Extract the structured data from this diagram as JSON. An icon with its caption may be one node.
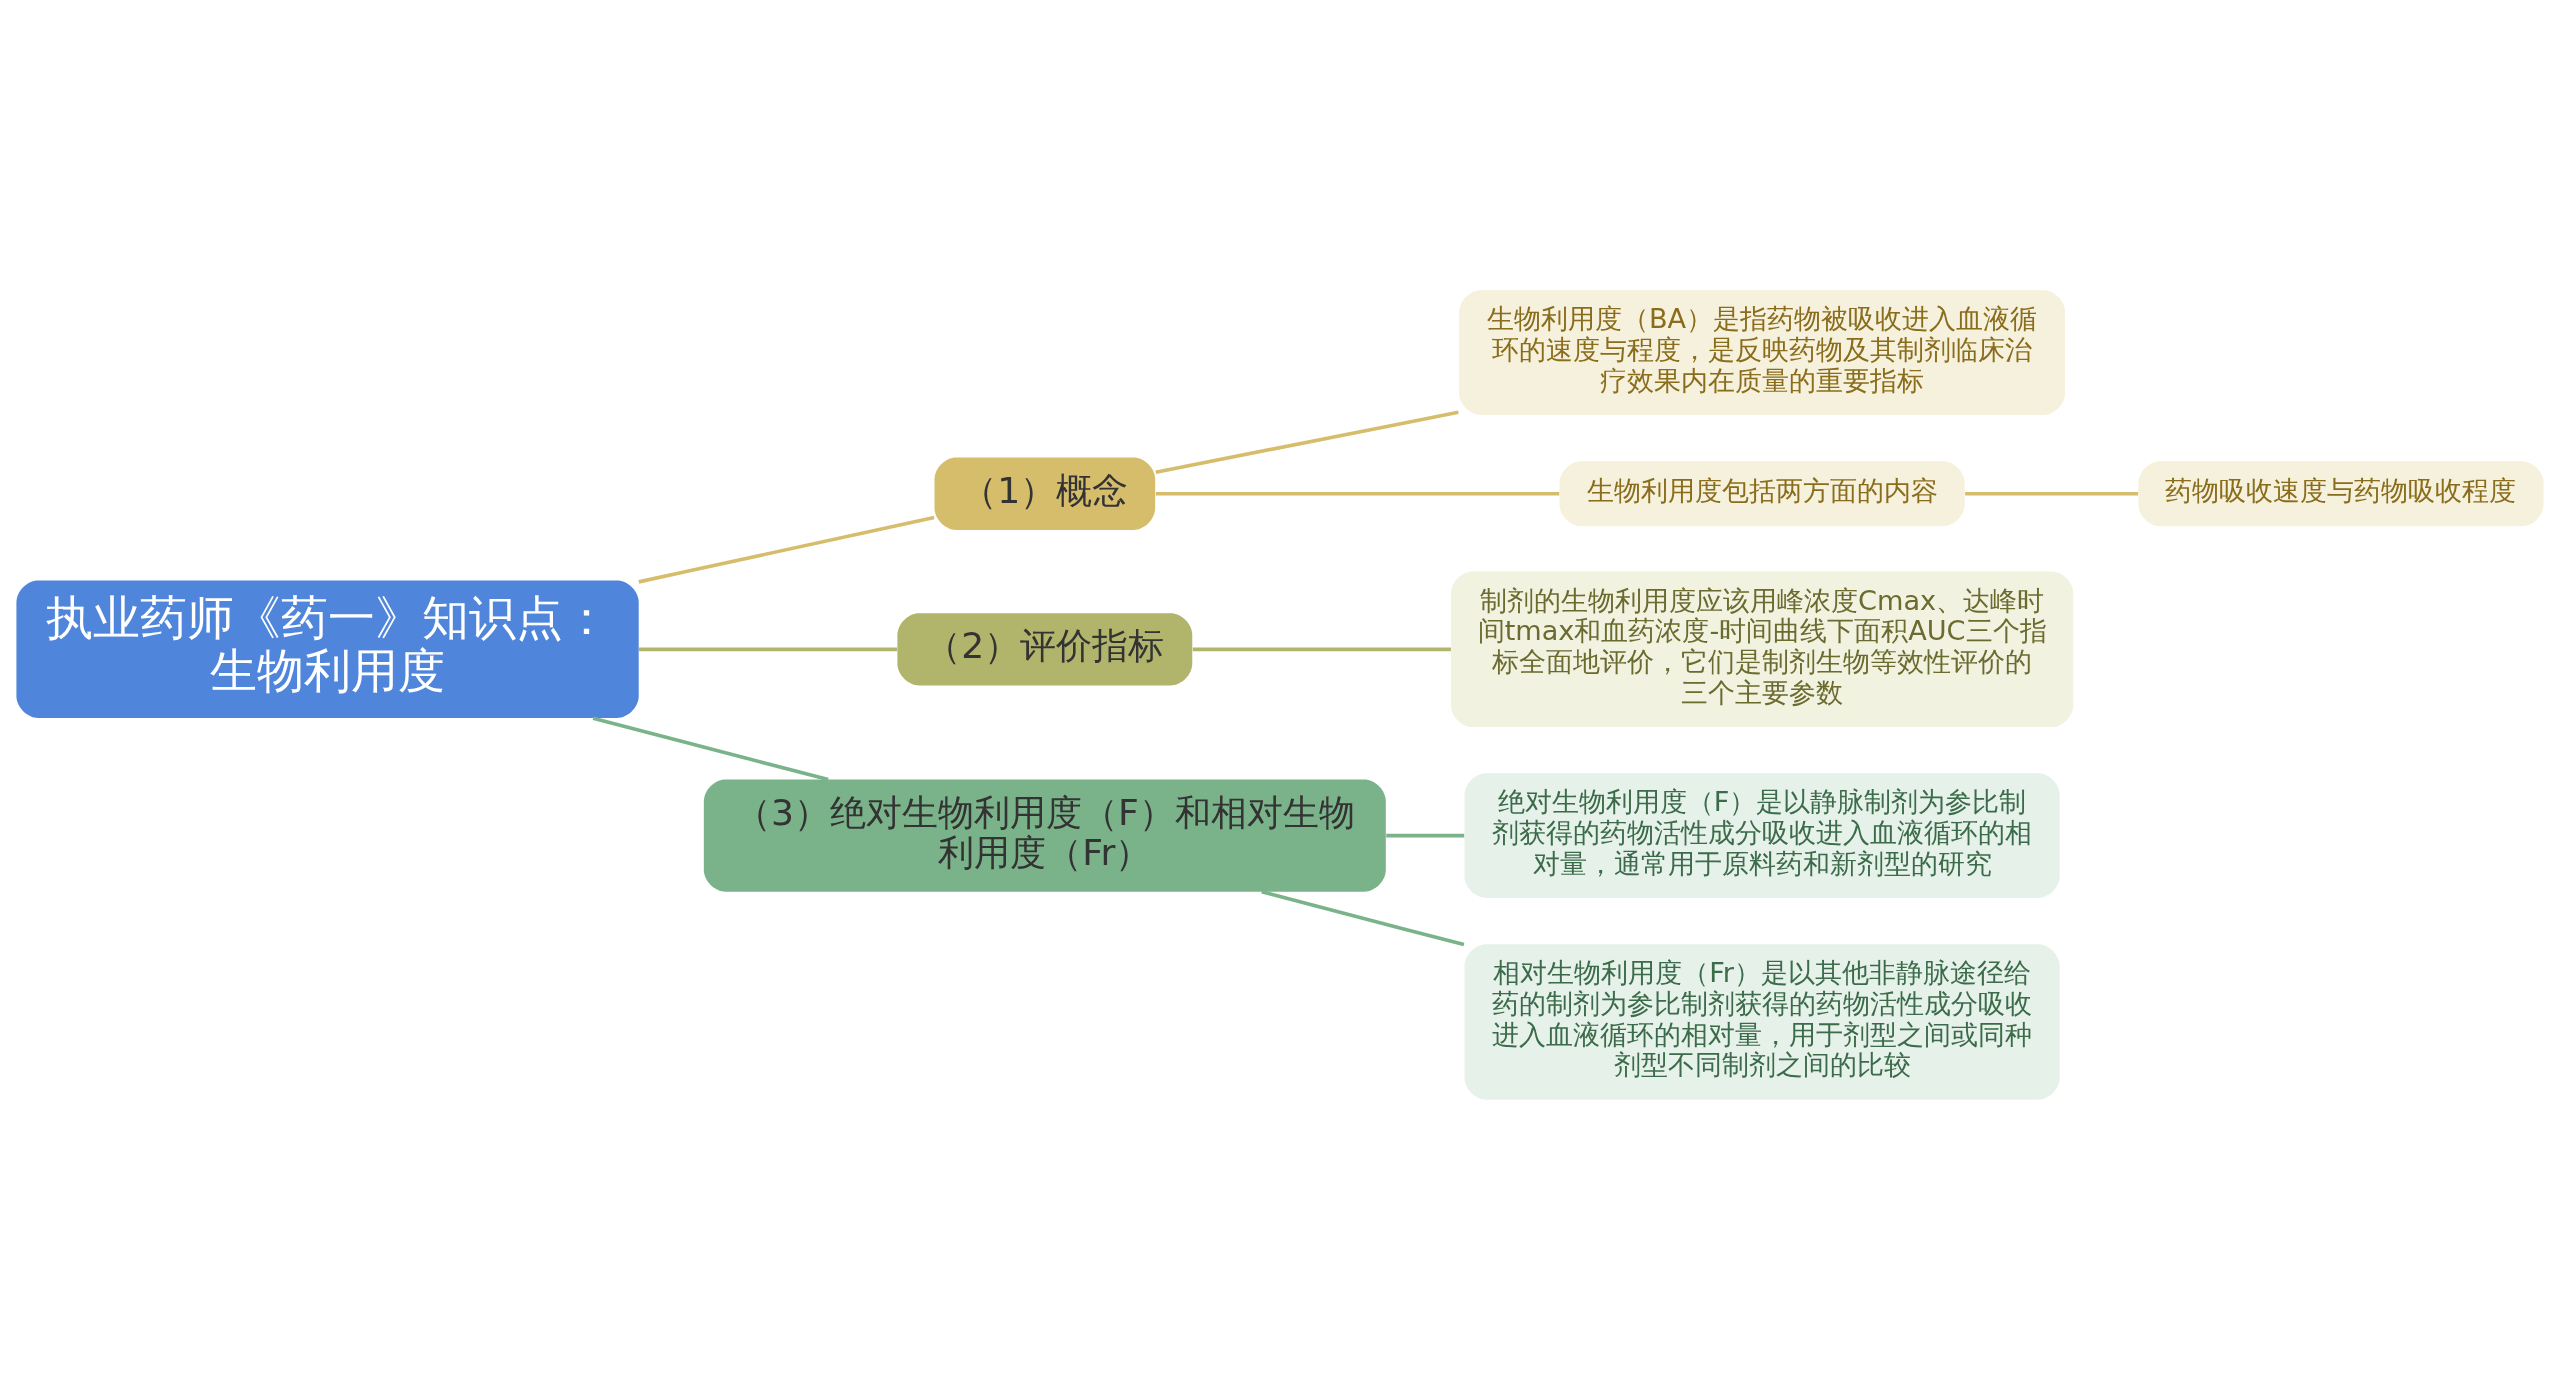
{
  "diagram": {
    "nodes": [
      {
        "text": [
          "执业药师《药一》知识点：生物利用度"
        ]
      },
      {
        "text": [
          "（1）概念"
        ]
      },
      {
        "text": [
          "生物利用度（BA）是指药物被吸收进入血液循环的速度与程度，是反映药物及其制剂临床治疗效果内在质量的重要指标"
        ]
      },
      {
        "text": [
          "生物利用度包括两方面的内容"
        ]
      },
      {
        "text": [
          "药物吸收速度与药物吸收程度"
        ]
      },
      {
        "text": [
          "（2）评价指标"
        ]
      },
      {
        "text": [
          "制剂的生物利用度应该用峰浓度Cmax、达峰时间tmax和血药浓度-时间曲线下面积AUC三个指标全面地评价，它们是制剂生物等效性评价的三个主要参数"
        ]
      },
      {
        "text": [
          "（3）绝对生物利用度（F）和相对生物利用度（Fr）"
        ]
      },
      {
        "text": [
          "绝对生物利用度（F）是以静脉制剂为参比制剂获得的药物活性成分吸收进入血液循环的相对量，通常用于原料药和新剂型的研究"
        ]
      },
      {
        "text": [
          "相对生物利用度（Fr）是以其他非静脉途径给药的制剂为参比制剂获得的药物活性成分吸收进入血液循环的相对量，用于剂型之间或同种剂型不同制剂之间的比较"
        ]
      }
    ],
    "edges": [
      {
        "from": 0,
        "to": 1,
        "arrow": "none",
        "color": "#d6bd6b"
      },
      {
        "from": 1,
        "to": 2,
        "arrow": "none",
        "color": "#d6bd6b"
      },
      {
        "from": 1,
        "to": 3,
        "arrow": "none",
        "color": "#d6bd6b"
      },
      {
        "from": 3,
        "to": 4,
        "arrow": "none",
        "color": "#d6bd6b"
      },
      {
        "from": 0,
        "to": 5,
        "arrow": "none",
        "color": "#b1b46b"
      },
      {
        "from": 5,
        "to": 6,
        "arrow": "none",
        "color": "#b1b46b"
      },
      {
        "from": 0,
        "to": 7,
        "arrow": "none",
        "color": "#7ab38a"
      },
      {
        "from": 7,
        "to": 8,
        "arrow": "none",
        "color": "#7ab38a"
      },
      {
        "from": 7,
        "to": 9,
        "arrow": "none",
        "color": "#7ab38a"
      }
    ]
  }
}
